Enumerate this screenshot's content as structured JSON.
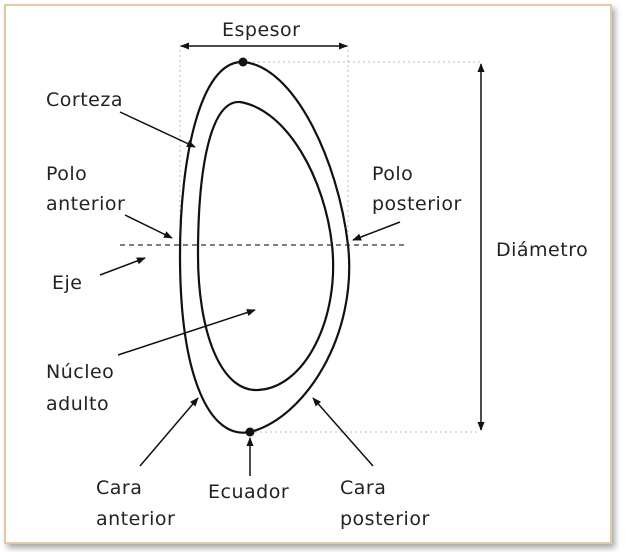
{
  "labels": {
    "espesor": "Espesor",
    "corteza": "Corteza",
    "polo_anterior_1": "Polo",
    "polo_anterior_2": "anterior",
    "polo_posterior_1": "Polo",
    "polo_posterior_2": "posterior",
    "diametro": "Diámetro",
    "eje": "Eje",
    "nucleo_1": "Núcleo",
    "nucleo_2": "adulto",
    "cara_anterior_1": "Cara",
    "cara_anterior_2": "anterior",
    "ecuador": "Ecuador",
    "cara_posterior_1": "Cara",
    "cara_posterior_2": "posterior"
  },
  "colors": {
    "line": "#111111",
    "guide": "#bbbbbb",
    "frame": "#e3c9a6"
  }
}
